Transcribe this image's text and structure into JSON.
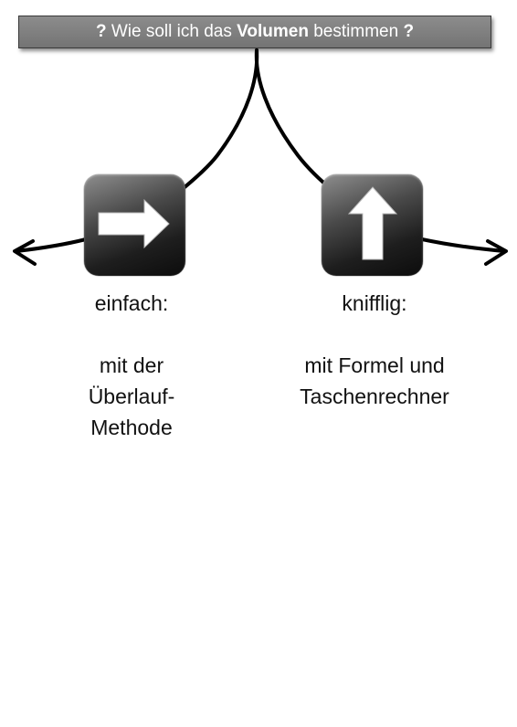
{
  "title": {
    "question_mark_left": "?",
    "prefix": "Wie soll ich das",
    "bold_word": "Volumen",
    "suffix": "bestimmen",
    "question_mark_right": "?"
  },
  "options": [
    {
      "icon": "arrow-right-icon",
      "heading": "einfach:",
      "lines": [
        "mit der",
        "Überlauf-",
        "Methode"
      ]
    },
    {
      "icon": "arrow-up-icon",
      "heading": "knifflig:",
      "lines": [
        "mit Formel und",
        "Taschenrechner"
      ]
    }
  ],
  "colors": {
    "title_bg": "#808080",
    "tile_dark": "#0c0c0c",
    "line": "#000000"
  }
}
